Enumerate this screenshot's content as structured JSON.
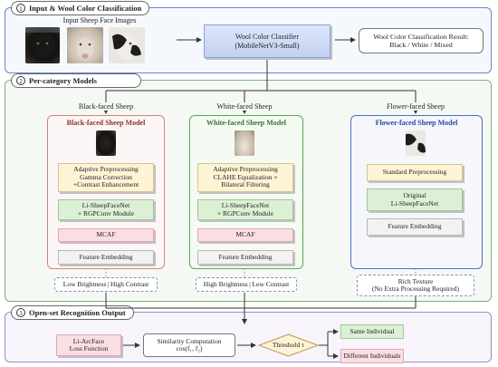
{
  "section1": {
    "number": "1",
    "title": "Input & Wool Color Classification",
    "input_label": "Input Sheep Face Images",
    "classifier_label": "Wool Color Classifier\n(MobileNetV3-Small)",
    "result_label": "Wool Color Classification Result:\nBlack / White / Mixed"
  },
  "section2": {
    "number": "2",
    "title": "Per-category Models",
    "branches": {
      "black": {
        "branch_label": "Black-faced Sheep",
        "model_title": "Black-faced Sheep Model",
        "preprocess": "Adaptive Preprocessing\nGamma Correction\n+Contrast Enhancement",
        "backbone": "Li-SheepFaceNet\n+ RGPConv Module",
        "mcaf": "MCAF",
        "embedding": "Feature Embedding",
        "note": "Low Brightness | High Contrast"
      },
      "white": {
        "branch_label": "White-faced Sheep",
        "model_title": "White-faced Sheep Model",
        "preprocess": "Adaptive Preprocessing\nCLAHE Equalization +\nBilateral Filtering",
        "backbone": "Li-SheepFaceNet\n+ RGPConv Module",
        "mcaf": "MCAF",
        "embedding": "Feature Embedding",
        "note": "High Brightness | Low Contrast"
      },
      "flower": {
        "branch_label": "Flower-faced Sheep",
        "model_title": "Flower-faced Sheep Model",
        "preprocess": "Standard Preprocessing",
        "backbone": "Original\nLi-SheepFaceNet",
        "embedding": "Feature Embedding",
        "note": "Rich Texture\n(No Extra Processing Required)"
      }
    }
  },
  "section3": {
    "number": "3",
    "title": "Open-set Recognition Output",
    "loss": "Li-ArcFace\nLoss Function",
    "similarity": "Similarity Computation\ncos(f₁, f₂)",
    "threshold": "Threshold τ",
    "same": "Same Individual",
    "different": "Different Individuals"
  },
  "colors": {
    "section1_border": "#6b86c9",
    "section1_fill": "#f5f8fd",
    "section2_border": "#7fb07f",
    "section2_fill": "#f4f9f3",
    "section3_border": "#9b8cc4",
    "section3_fill": "#f7f4fb",
    "black_model_border": "#d98080",
    "white_model_border": "#5aa55a",
    "flower_model_border": "#4d6fc7",
    "preprocess_fill": "#fdf4d6",
    "backbone_fill": "#dcf0d6",
    "mcaf_fill": "#f9dfe3",
    "embedding_fill": "#f2f2f2",
    "classifier_fill": "#cfdaf5"
  }
}
